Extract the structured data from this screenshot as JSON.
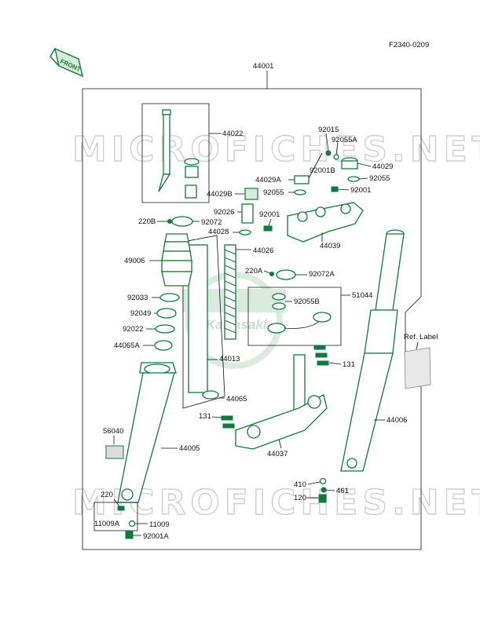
{
  "figure_code": "F2340-0209",
  "front_arrow_label": "FRONT",
  "watermark_text": "MICROFICHES.NET",
  "logo_text": "Kawasaki",
  "ref_label": "Ref. Label",
  "colors": {
    "line": "#0f7a3a",
    "text": "#111111",
    "watermark": "#cfcfcf"
  },
  "labels": {
    "l_44001": "44001",
    "l_44022": "44022",
    "l_92015": "92015",
    "l_92055A": "92055A",
    "l_92001B": "92001B",
    "l_44029": "44029",
    "l_92055_a": "92055",
    "l_44029A": "44029A",
    "l_92055_b": "92055",
    "l_92001_a": "92001",
    "l_44029B": "44029B",
    "l_92026": "92026",
    "l_92001_b": "92001",
    "l_220B": "220B",
    "l_92072": "92072",
    "l_44028": "44028",
    "l_44039": "44039",
    "l_44026": "44026",
    "l_49006": "49006",
    "l_220A": "220A",
    "l_92072A": "92072A",
    "l_92033": "92033",
    "l_92055B": "92055B",
    "l_51044": "51044",
    "l_92049": "92049",
    "l_92022": "92022",
    "l_44065A": "44065A",
    "l_44013": "44013",
    "l_131_a": "131",
    "l_44065": "44065",
    "l_131_b": "131",
    "l_44006": "44006",
    "l_56040": "56040",
    "l_44005": "44005",
    "l_44037": "44037",
    "l_220": "220",
    "l_410": "410",
    "l_461": "461",
    "l_120": "120",
    "l_11009A": "11009A",
    "l_11009": "11009",
    "l_92001A": "92001A"
  }
}
